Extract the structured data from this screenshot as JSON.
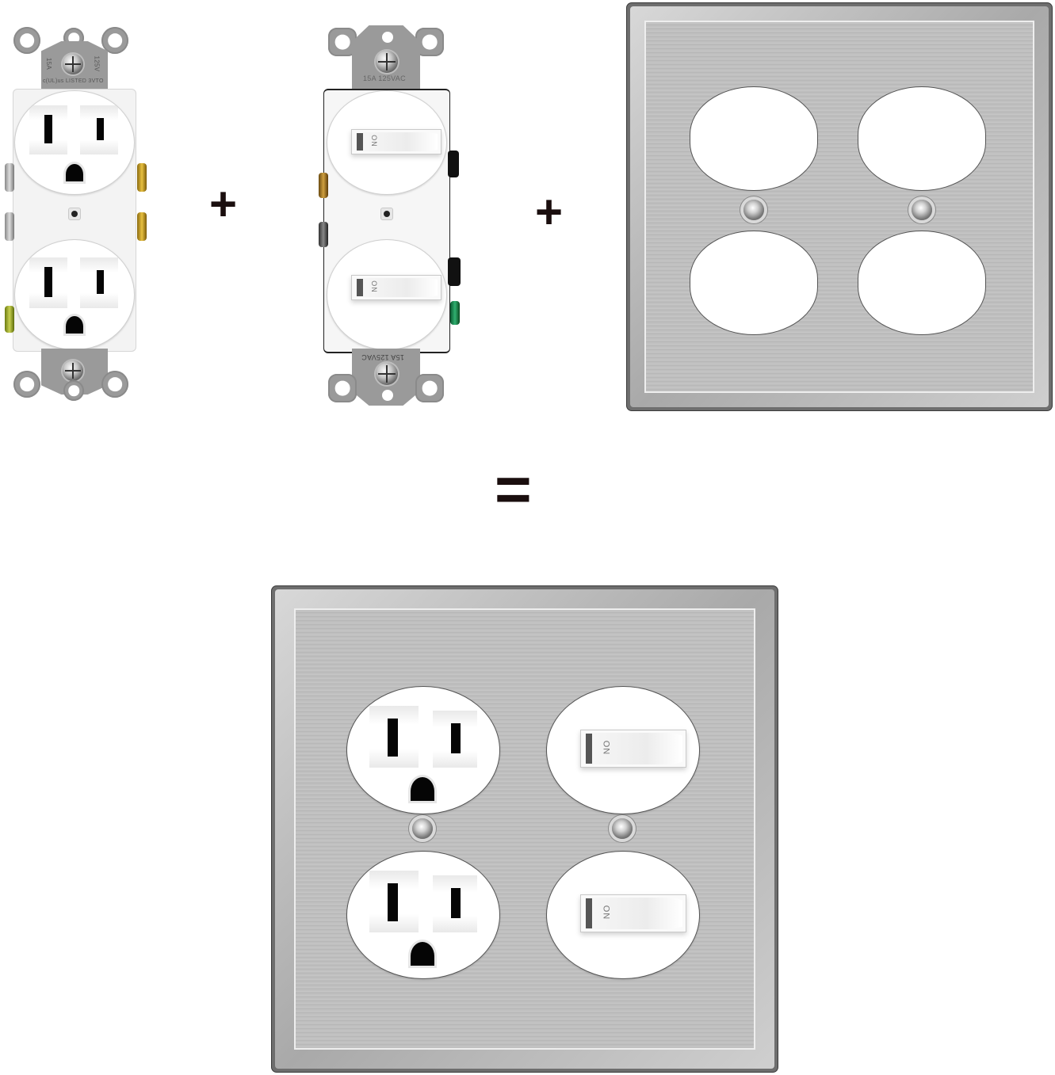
{
  "scene": {
    "description": "Duplex outlet + double toggle switch + 2-gang duplex stainless wall plate = assembled plate",
    "background": "#ffffff",
    "operators": {
      "plus_1": "+",
      "plus_2": "+",
      "equals": "="
    }
  },
  "outlet_device": {
    "type": "duplex-receptacle",
    "color": "#ffffff",
    "strap_text_left": "15A",
    "strap_text_right": "125V",
    "strap_text_bottom": "c(UL)us LISTED 3VTO",
    "receptacles": 2,
    "terminals": {
      "left": "silver",
      "right": "brass",
      "ground": "green"
    }
  },
  "switch_device": {
    "type": "double-toggle-switch",
    "color": "#ffffff",
    "strap_text_top": "15A 125VAC",
    "strap_text_bottom": "15A 125VAC",
    "toggle_label": "ON",
    "toggles": 2,
    "terminals": {
      "left": "brass",
      "right": "black",
      "ground": "green"
    }
  },
  "wall_plate": {
    "type": "2-gang duplex",
    "material": "brushed stainless steel",
    "openings": 4,
    "screws": 2
  },
  "assembled": {
    "left_gang": "duplex-receptacle",
    "right_gang": "double-toggle-switch",
    "toggle_label": "ON"
  }
}
